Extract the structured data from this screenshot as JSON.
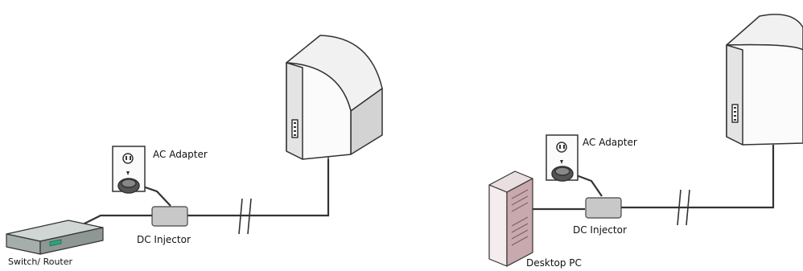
{
  "left_diagram": {
    "ac_adapter_label": "AC Adapter",
    "dc_injector_label": "DC Injector",
    "switch_router_label": "Switch/ Router"
  },
  "right_diagram": {
    "ac_adapter_label": "AC Adapter",
    "dc_injector_label": "DC Injector",
    "desktop_pc_label": "Desktop PC"
  }
}
